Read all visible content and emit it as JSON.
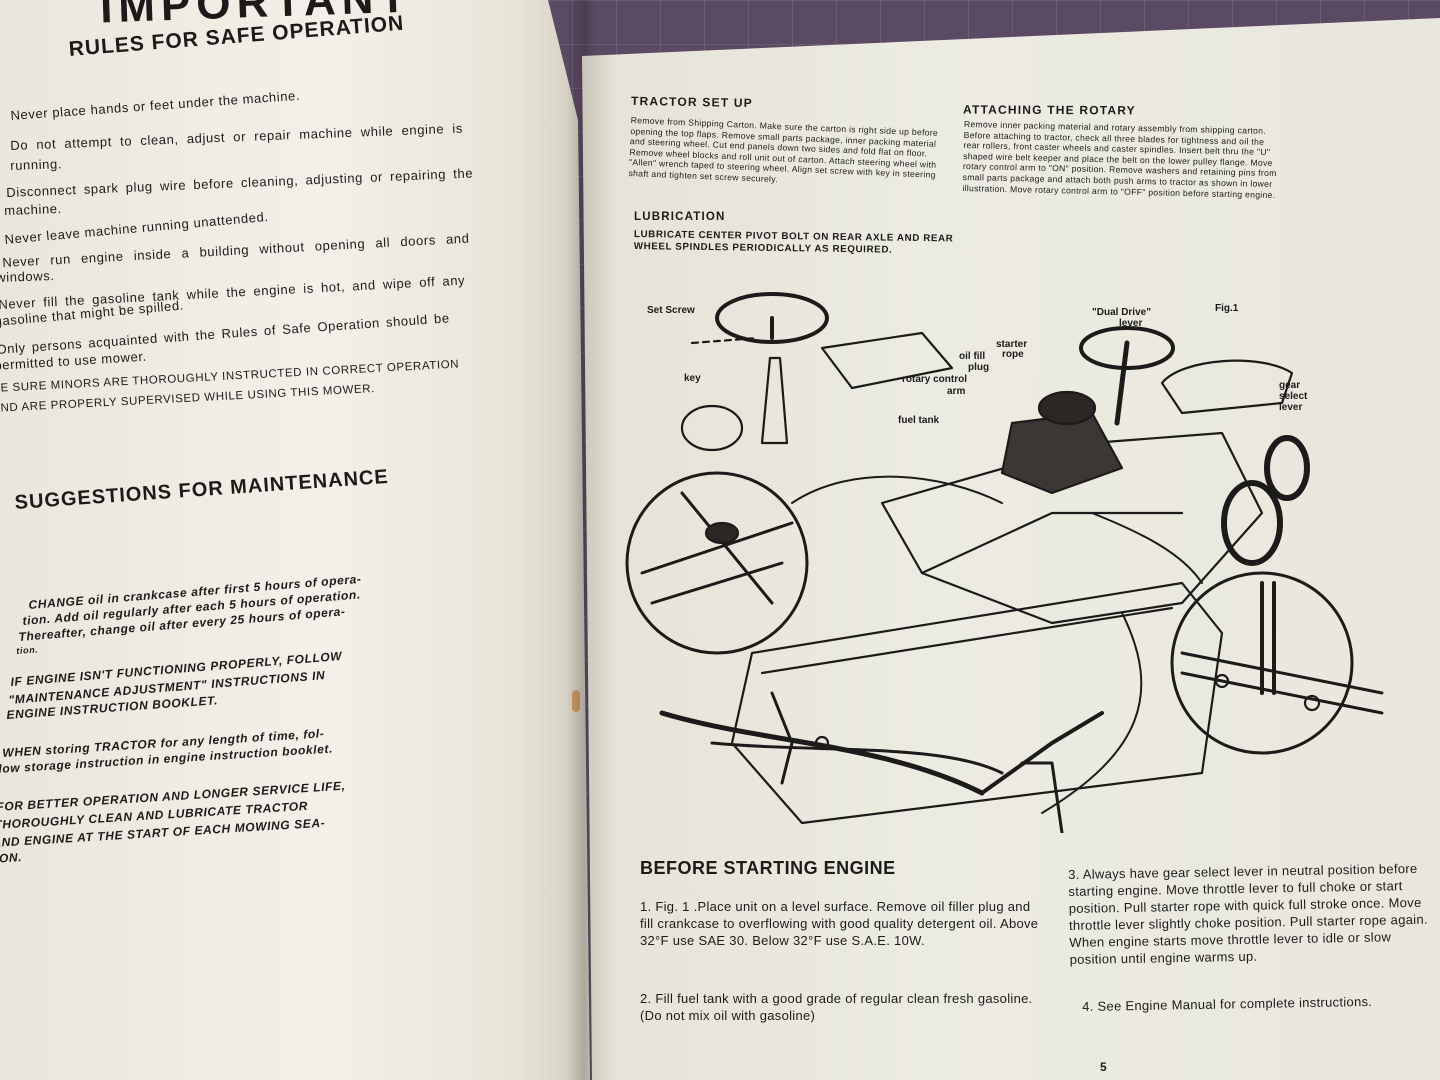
{
  "left_page": {
    "header": "IMPORTANT",
    "rules_title": "RULES FOR SAFE OPERATION",
    "rules": [
      "Never place hands or feet under the machine.",
      "Do not attempt to clean, adjust or repair machine while engine is",
      "running.",
      "Disconnect spark plug wire before cleaning, adjusting or repairing the",
      "machine.",
      "Never leave machine running unattended.",
      "Never run engine inside a building without opening all doors and",
      "windows.",
      "Never fill the gasoline tank while the engine is hot, and wipe off any",
      "gasoline that might be spilled.",
      "Only persons acquainted with the Rules of Safe Operation should be",
      "permitted to use mower.",
      "BE SURE MINORS ARE THOROUGHLY INSTRUCTED IN CORRECT OPERATION",
      "AND ARE PROPERLY SUPERVISED WHILE USING THIS MOWER."
    ],
    "maintenance_title": "SUGGESTIONS FOR MAINTENANCE",
    "suggestions": [
      "CHANGE oil in crankcase after first 5 hours of opera-",
      "tion. Add oil regularly after each 5 hours of operation.",
      "Thereafter, change oil after every 25 hours of opera-",
      "tion.",
      "IF ENGINE ISN'T FUNCTIONING PROPERLY, FOLLOW",
      "\"MAINTENANCE ADJUSTMENT\" INSTRUCTIONS IN",
      "ENGINE INSTRUCTION BOOKLET.",
      "WHEN storing TRACTOR for any length of time, fol-",
      "low storage instruction in engine instruction booklet.",
      "FOR BETTER OPERATION AND LONGER SERVICE LIFE,",
      "THOROUGHLY CLEAN AND LUBRICATE TRACTOR",
      "AND ENGINE AT THE START OF EACH MOWING SEA-",
      "SON."
    ]
  },
  "right_page": {
    "tractor_setup": {
      "title": "TRACTOR SET UP",
      "body": "Remove from Shipping Carton. Make sure the carton is right side up before opening the top flaps. Remove small parts package, inner packing material and steering wheel. Cut end panels down two sides and fold flat on floor. Remove wheel blocks and roll unit out of carton. Attach steering wheel with \"Allen\" wrench taped to steering wheel. Align set screw with key in steering shaft and tighten set screw securely."
    },
    "lubrication": {
      "title": "LUBRICATION",
      "body": "LUBRICATE CENTER PIVOT BOLT ON REAR AXLE AND REAR WHEEL SPINDLES PERIODICALLY AS REQUIRED."
    },
    "attaching_rotary": {
      "title": "ATTACHING THE ROTARY",
      "body": "Remove inner packing material and rotary assembly from shipping carton. Before attaching to tractor, check all three blades for tightness and oil the rear rollers, front caster wheels and caster spindles. Insert belt thru the \"U\" shaped wire belt keeper and place the belt on the lower pulley flange. Move rotary control arm to \"ON\" position. Remove washers and retaining pins from small parts package and attach both push arms to tractor as shown in lower illustration. Move rotary control arm to \"OFF\" position before starting engine."
    },
    "figure": {
      "fig_label": "Fig.1",
      "labels": {
        "set_screw": "Set Screw",
        "key": "key",
        "dual_drive": "\"Dual Drive\"",
        "dual_drive_2": "lever",
        "starter": "starter",
        "starter_2": "rope",
        "oil_fill": "oil fill",
        "oil_fill_2": "plug",
        "rotary_control": "rotary control",
        "rotary_control_2": "arm",
        "fuel_tank": "fuel tank",
        "gear": "gear",
        "gear_2": "select",
        "gear_3": "lever"
      }
    },
    "before_starting": {
      "title": "BEFORE STARTING ENGINE",
      "steps": [
        "1. Fig. 1 .Place unit on a level surface. Remove oil filler plug and fill crankcase to overflowing with good quality detergent oil. Above 32°F use SAE 30. Below 32°F use S.A.E. 10W.",
        "2. Fill fuel tank with a good grade of regular clean fresh gasoline. (Do not mix oil with gasoline)",
        "3. Always have gear select lever in neutral position before starting engine. Move throttle lever to full choke or start position. Pull starter rope with quick full stroke once. Move throttle lever slightly choke position. Pull starter rope again. When engine starts move throttle lever to idle or slow position until engine warms up.",
        "4. See Engine Manual for complete instructions."
      ]
    },
    "page_number": "5"
  },
  "colors": {
    "mat": "#5b4a63",
    "paper": "#ecebe2",
    "ink": "#1d1b1a"
  }
}
